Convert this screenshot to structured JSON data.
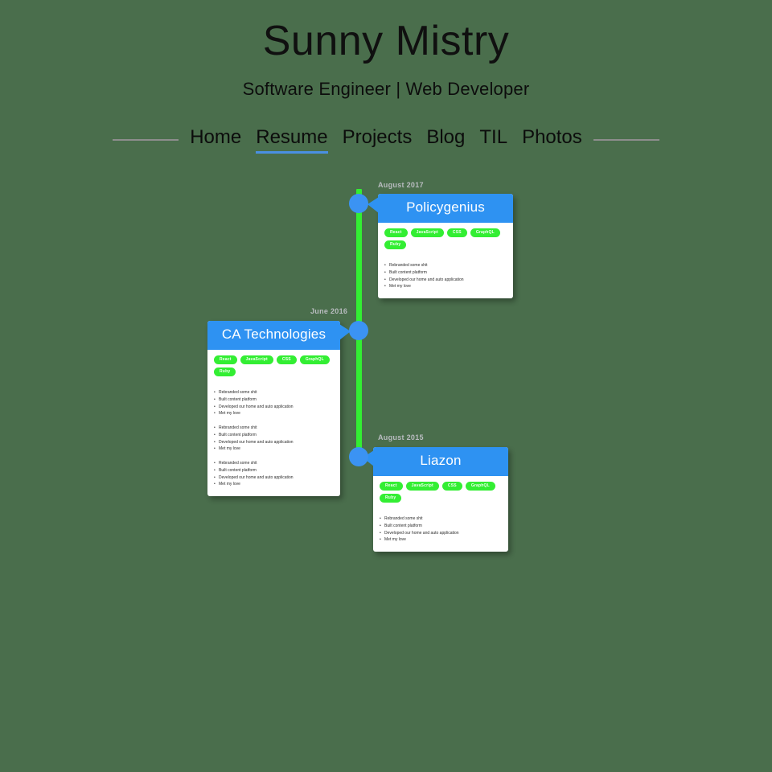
{
  "header": {
    "title": "Sunny Mistry",
    "tagline": "Software Engineer | Web Developer"
  },
  "nav": {
    "items": [
      {
        "label": "Home",
        "active": false
      },
      {
        "label": "Resume",
        "active": true
      },
      {
        "label": "Projects",
        "active": false
      },
      {
        "label": "Blog",
        "active": false
      },
      {
        "label": "TIL",
        "active": false
      },
      {
        "label": "Photos",
        "active": false
      }
    ],
    "active_underline_color": "#4a90e2",
    "rule_color": "#8d8d8d"
  },
  "colors": {
    "page_background": "#4a6e4c",
    "timeline_line": "#33ee33",
    "timeline_dot": "#3b93f3",
    "card_header": "#2e92f2",
    "card_body": "#ffffff",
    "tag": "#33ee33",
    "date_label": "#b9bcc0"
  },
  "timeline": {
    "entries": [
      {
        "date": "August 2017",
        "company": "Policygenius",
        "side": "right",
        "tags": [
          "React",
          "JavaScript",
          "CSS",
          "GraphQL",
          "Ruby"
        ],
        "bullet_groups": [
          {
            "bullets": [
              "Rebranded some shit",
              "Built content platform",
              "Developed our home and auto application",
              "Met my love"
            ]
          }
        ]
      },
      {
        "date": "June 2016",
        "company": "CA Technologies",
        "side": "left",
        "tags": [
          "React",
          "JavaScript",
          "CSS",
          "GraphQL",
          "Ruby"
        ],
        "bullet_groups": [
          {
            "bullets": [
              "Rebranded some shit",
              "Built content platform",
              "Developed our home and auto application",
              "Met my love"
            ]
          },
          {
            "bullets": [
              "Rebranded some shit",
              "Built content platform",
              "Developed our home and auto application",
              "Met my love"
            ]
          },
          {
            "bullets": [
              "Rebranded some shit",
              "Built content platform",
              "Developed our home and auto application",
              "Met my love"
            ]
          }
        ]
      },
      {
        "date": "August 2015",
        "company": "Liazon",
        "side": "right",
        "tags": [
          "React",
          "JavaScript",
          "CSS",
          "GraphQL",
          "Ruby"
        ],
        "bullet_groups": [
          {
            "bullets": [
              "Rebranded some shit",
              "Built content platform",
              "Developed our home and auto application",
              "Met my love"
            ]
          }
        ]
      }
    ]
  }
}
